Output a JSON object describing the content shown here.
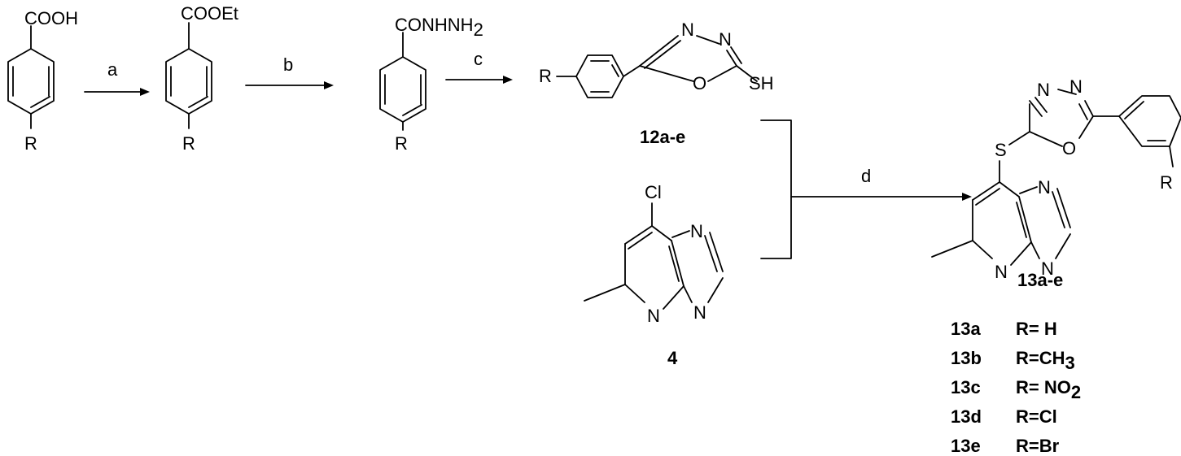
{
  "groups": {
    "cooh": "COOH",
    "cooet": "COOEt",
    "hydrazide_main": "CONHNH",
    "hydrazide_sub": "2",
    "r": "R",
    "sh": "SH",
    "s": "S",
    "cl": "Cl",
    "n": "N",
    "o": "O"
  },
  "steps": {
    "a": "a",
    "b": "b",
    "c": "c",
    "d": "d"
  },
  "compounds": {
    "c12": "12a-e",
    "c4": "4",
    "c13": "13a-e"
  },
  "legend": [
    {
      "id": "13a",
      "r": "R= H",
      "sub": ""
    },
    {
      "id": "13b",
      "r": "R=CH",
      "sub": "3"
    },
    {
      "id": "13c",
      "r": "R= NO",
      "sub": "2"
    },
    {
      "id": "13d",
      "r": "R=Cl",
      "sub": ""
    },
    {
      "id": "13e",
      "r": "R=Br",
      "sub": ""
    }
  ]
}
